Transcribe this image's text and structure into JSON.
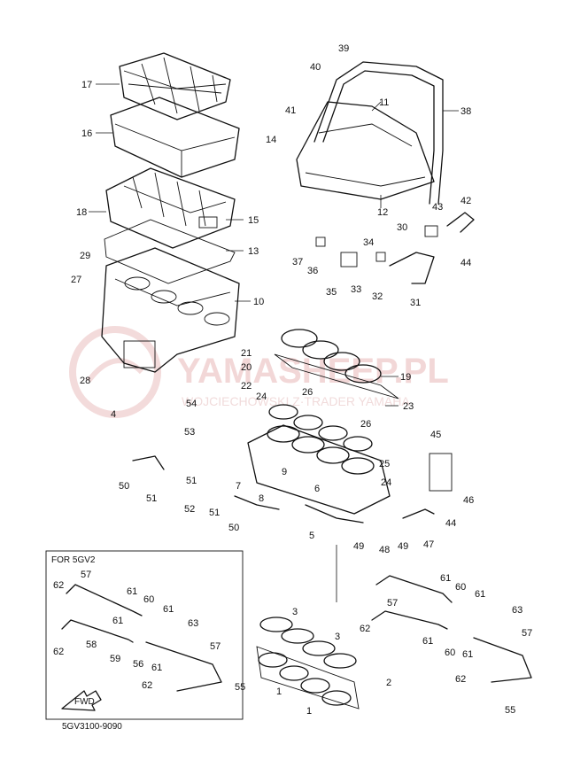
{
  "diagram": {
    "title_box": "FOR 5GV2",
    "part_code": "5GV3100-9090",
    "fwd_label": "FWD",
    "watermark_main": "YAMASHEEP.PL",
    "watermark_sub": "WOJCIECHOWSKI Z·TRADER YAMAHA",
    "callouts": [
      "1",
      "2",
      "3",
      "4",
      "5",
      "6",
      "7",
      "8",
      "9",
      "10",
      "11",
      "12",
      "13",
      "14",
      "15",
      "16",
      "17",
      "18",
      "19",
      "20",
      "21",
      "22",
      "23",
      "24",
      "25",
      "26",
      "27",
      "28",
      "29",
      "30",
      "31",
      "32",
      "33",
      "34",
      "35",
      "36",
      "37",
      "38",
      "39",
      "40",
      "41",
      "42",
      "43",
      "44",
      "45",
      "46",
      "47",
      "48",
      "49",
      "50",
      "51",
      "52",
      "53",
      "54",
      "55",
      "56",
      "57",
      "58",
      "59",
      "60",
      "61",
      "62",
      "63"
    ]
  }
}
